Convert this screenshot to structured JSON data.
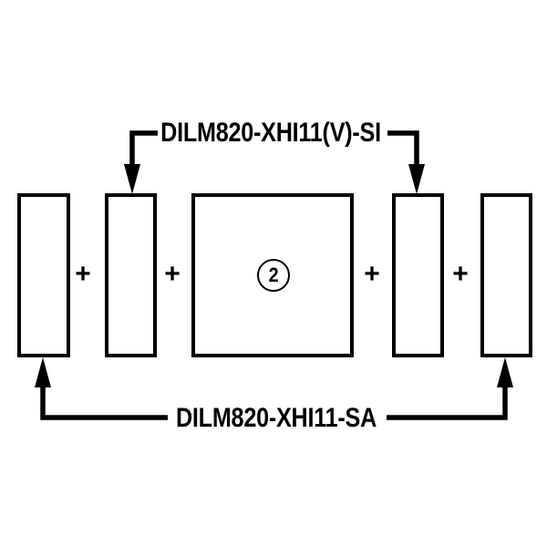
{
  "diagram": {
    "background_color": "#ffffff",
    "line_color": "#000000",
    "top_callout_label": "DILM820-XHI11(V)-SI",
    "bottom_callout_label": "DILM820-XHI11-SA",
    "center_badge": "2",
    "plus_sign": "+"
  }
}
